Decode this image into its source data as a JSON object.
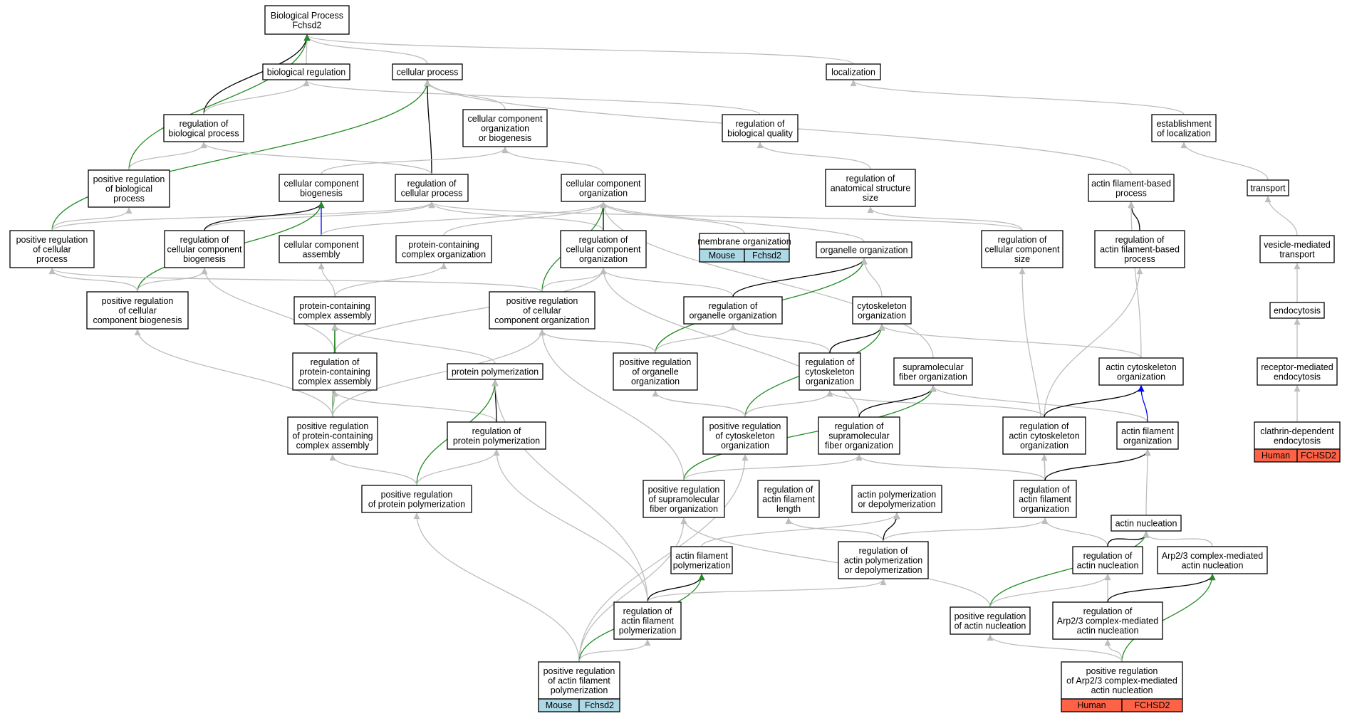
{
  "colors": {
    "grey": "#bdbdbd",
    "black": "#000000",
    "green": "#228b22",
    "blue": "#0000ff",
    "mouse_tag": "#add8e6",
    "human_tag": "#ff6347"
  },
  "nodes": [
    {
      "id": "bp",
      "lines": [
        "Biological Process",
        "Fchsd2"
      ]
    },
    {
      "id": "breg",
      "lines": [
        "biological regulation"
      ]
    },
    {
      "id": "cp",
      "lines": [
        "cellular process"
      ]
    },
    {
      "id": "loc",
      "lines": [
        "localization"
      ]
    },
    {
      "id": "rbp",
      "lines": [
        "regulation of",
        "biological process"
      ]
    },
    {
      "id": "ccob",
      "lines": [
        "cellular component",
        "organization",
        "or biogenesis"
      ]
    },
    {
      "id": "rbq",
      "lines": [
        "regulation of",
        "biological quality"
      ]
    },
    {
      "id": "eloc",
      "lines": [
        "establishment",
        "of localization"
      ]
    },
    {
      "id": "prbp",
      "lines": [
        "positive regulation",
        "of biological",
        "process"
      ]
    },
    {
      "id": "ccb",
      "lines": [
        "cellular component",
        "biogenesis"
      ]
    },
    {
      "id": "rcp",
      "lines": [
        "regulation of",
        "cellular process"
      ]
    },
    {
      "id": "cco",
      "lines": [
        "cellular component",
        "organization"
      ]
    },
    {
      "id": "rass",
      "lines": [
        "regulation of",
        "anatomical structure",
        "size"
      ]
    },
    {
      "id": "afbp",
      "lines": [
        "actin filament-based",
        "process"
      ]
    },
    {
      "id": "trans",
      "lines": [
        "transport"
      ]
    },
    {
      "id": "prcp",
      "lines": [
        "positive regulation",
        "of cellular",
        "process"
      ]
    },
    {
      "id": "rccb",
      "lines": [
        "regulation of",
        "cellular component",
        "biogenesis"
      ]
    },
    {
      "id": "cca",
      "lines": [
        "cellular component",
        "assembly"
      ]
    },
    {
      "id": "pcco",
      "lines": [
        "protein-containing",
        "complex organization"
      ]
    },
    {
      "id": "rcco",
      "lines": [
        "regulation of",
        "cellular component",
        "organization"
      ]
    },
    {
      "id": "memorg",
      "lines": [
        "membrane organization"
      ],
      "tags": [
        "Mouse",
        "Fchsd2"
      ],
      "tagColor": "mouse_tag"
    },
    {
      "id": "orgorg",
      "lines": [
        "organelle organization"
      ]
    },
    {
      "id": "rccs",
      "lines": [
        "regulation of",
        "cellular component",
        "size"
      ]
    },
    {
      "id": "rafbp",
      "lines": [
        "regulation of",
        "actin filament-based",
        "process"
      ]
    },
    {
      "id": "vmt",
      "lines": [
        "vesicle-mediated",
        "transport"
      ]
    },
    {
      "id": "prccb",
      "lines": [
        "positive regulation",
        "of cellular",
        "component biogenesis"
      ]
    },
    {
      "id": "pca",
      "lines": [
        "protein-containing",
        "complex assembly"
      ]
    },
    {
      "id": "prcco",
      "lines": [
        "positive regulation",
        "of cellular",
        "component organization"
      ]
    },
    {
      "id": "roo",
      "lines": [
        "regulation of",
        "organelle organization"
      ]
    },
    {
      "id": "csorg",
      "lines": [
        "cytoskeleton",
        "organization"
      ]
    },
    {
      "id": "endo",
      "lines": [
        "endocytosis"
      ]
    },
    {
      "id": "rpca",
      "lines": [
        "regulation of",
        "protein-containing",
        "complex assembly"
      ]
    },
    {
      "id": "ppol",
      "lines": [
        "protein polymerization"
      ]
    },
    {
      "id": "proo",
      "lines": [
        "positive regulation",
        "of organelle",
        "organization"
      ]
    },
    {
      "id": "rcso",
      "lines": [
        "regulation of",
        "cytoskeleton",
        "organization"
      ]
    },
    {
      "id": "sfo",
      "lines": [
        "supramolecular",
        "fiber organization"
      ]
    },
    {
      "id": "acso",
      "lines": [
        "actin cytoskeleton",
        "organization"
      ]
    },
    {
      "id": "rme",
      "lines": [
        "receptor-mediated",
        "endocytosis"
      ]
    },
    {
      "id": "prpca",
      "lines": [
        "positive regulation",
        "of protein-containing",
        "complex assembly"
      ]
    },
    {
      "id": "rpp",
      "lines": [
        "regulation of",
        "protein polymerization"
      ]
    },
    {
      "id": "prcso",
      "lines": [
        "positive regulation",
        "of cytoskeleton",
        "organization"
      ]
    },
    {
      "id": "rsfo",
      "lines": [
        "regulation of",
        "supramolecular",
        "fiber organization"
      ]
    },
    {
      "id": "racso",
      "lines": [
        "regulation of",
        "actin cytoskeleton",
        "organization"
      ]
    },
    {
      "id": "afo",
      "lines": [
        "actin filament",
        "organization"
      ]
    },
    {
      "id": "cde",
      "lines": [
        "clathrin-dependent",
        "endocytosis"
      ],
      "tags": [
        "Human",
        "FCHSD2"
      ],
      "tagColor": "human_tag"
    },
    {
      "id": "prpp",
      "lines": [
        "positive regulation",
        "of protein polymerization"
      ]
    },
    {
      "id": "prsfo",
      "lines": [
        "positive regulation",
        "of supramolecular",
        "fiber organization"
      ]
    },
    {
      "id": "rafl",
      "lines": [
        "regulation of",
        "actin filament",
        "length"
      ]
    },
    {
      "id": "apd",
      "lines": [
        "actin polymerization",
        "or depolymerization"
      ]
    },
    {
      "id": "rafo",
      "lines": [
        "regulation of",
        "actin filament",
        "organization"
      ]
    },
    {
      "id": "anuc",
      "lines": [
        "actin nucleation"
      ]
    },
    {
      "id": "afp",
      "lines": [
        "actin filament",
        "polymerization"
      ]
    },
    {
      "id": "rapd",
      "lines": [
        "regulation of",
        "actin polymerization",
        "or depolymerization"
      ]
    },
    {
      "id": "ran",
      "lines": [
        "regulation of",
        "actin nucleation"
      ]
    },
    {
      "id": "arp",
      "lines": [
        "Arp2/3 complex-mediated",
        "actin nucleation"
      ]
    },
    {
      "id": "rafp",
      "lines": [
        "regulation of",
        "actin filament",
        "polymerization"
      ]
    },
    {
      "id": "pran",
      "lines": [
        "positive regulation",
        "of actin nucleation"
      ]
    },
    {
      "id": "rarp",
      "lines": [
        "regulation of",
        "Arp2/3 complex-mediated",
        "actin nucleation"
      ]
    },
    {
      "id": "prafp",
      "lines": [
        "positive regulation",
        "of actin filament",
        "polymerization"
      ],
      "tags": [
        "Mouse",
        "Fchsd2"
      ],
      "tagColor": "mouse_tag"
    },
    {
      "id": "prarp",
      "lines": [
        "positive regulation",
        "of Arp2/3 complex-mediated",
        "actin nucleation"
      ],
      "tags": [
        "Human",
        "FCHSD2"
      ],
      "tagColor": "human_tag"
    }
  ],
  "edges": [
    [
      "breg",
      "bp",
      "grey"
    ],
    [
      "cp",
      "bp",
      "grey"
    ],
    [
      "loc",
      "bp",
      "grey"
    ],
    [
      "rbp",
      "bp",
      "black"
    ],
    [
      "prbp",
      "bp",
      "green"
    ],
    [
      "rbp",
      "breg",
      "grey"
    ],
    [
      "rbq",
      "breg",
      "grey"
    ],
    [
      "ccob",
      "cp",
      "grey"
    ],
    [
      "rcp",
      "cp",
      "black"
    ],
    [
      "prcp",
      "cp",
      "green"
    ],
    [
      "afbp",
      "cp",
      "grey"
    ],
    [
      "eloc",
      "loc",
      "grey"
    ],
    [
      "prbp",
      "rbp",
      "grey"
    ],
    [
      "rcp",
      "rbp",
      "grey"
    ],
    [
      "rass",
      "rbq",
      "grey"
    ],
    [
      "trans",
      "eloc",
      "grey"
    ],
    [
      "ccb",
      "ccob",
      "grey"
    ],
    [
      "cco",
      "ccob",
      "grey"
    ],
    [
      "prcp",
      "rcp",
      "grey"
    ],
    [
      "rccb",
      "rcp",
      "grey"
    ],
    [
      "rcco",
      "rcp",
      "grey"
    ],
    [
      "rccs",
      "rcp",
      "grey"
    ],
    [
      "prcp",
      "prbp",
      "grey"
    ],
    [
      "rccb",
      "ccb",
      "black"
    ],
    [
      "cca",
      "ccb",
      "blue"
    ],
    [
      "prccb",
      "ccb",
      "green"
    ],
    [
      "rcco",
      "cco",
      "black"
    ],
    [
      "prcco",
      "cco",
      "green"
    ],
    [
      "memorg",
      "cco",
      "grey"
    ],
    [
      "pcco",
      "cco",
      "grey"
    ],
    [
      "orgorg",
      "cco",
      "grey"
    ],
    [
      "cca",
      "cco",
      "grey"
    ],
    [
      "sfo",
      "cco",
      "grey"
    ],
    [
      "rccs",
      "rass",
      "grey"
    ],
    [
      "rafbp",
      "afbp",
      "black"
    ],
    [
      "acso",
      "afbp",
      "grey"
    ],
    [
      "vmt",
      "trans",
      "grey"
    ],
    [
      "prccb",
      "prcp",
      "grey"
    ],
    [
      "prcco",
      "prcp",
      "grey"
    ],
    [
      "prccb",
      "rccb",
      "grey"
    ],
    [
      "rpca",
      "rccb",
      "grey"
    ],
    [
      "pca",
      "cca",
      "grey"
    ],
    [
      "pca",
      "pcco",
      "grey"
    ],
    [
      "prcco",
      "rcco",
      "grey"
    ],
    [
      "roo",
      "rcco",
      "grey"
    ],
    [
      "rsfo",
      "rcco",
      "grey"
    ],
    [
      "rpca",
      "rcco",
      "grey"
    ],
    [
      "roo",
      "orgorg",
      "black"
    ],
    [
      "proo",
      "orgorg",
      "green"
    ],
    [
      "csorg",
      "orgorg",
      "grey"
    ],
    [
      "rafo",
      "rccs",
      "grey"
    ],
    [
      "racso",
      "rafbp",
      "grey"
    ],
    [
      "endo",
      "vmt",
      "grey"
    ],
    [
      "prpca",
      "prccb",
      "grey"
    ],
    [
      "rpca",
      "pca",
      "black"
    ],
    [
      "prpca",
      "pca",
      "green"
    ],
    [
      "ppol",
      "pca",
      "grey"
    ],
    [
      "proo",
      "prcco",
      "grey"
    ],
    [
      "prpca",
      "prcco",
      "grey"
    ],
    [
      "prsfo",
      "prcco",
      "grey"
    ],
    [
      "proo",
      "roo",
      "grey"
    ],
    [
      "rcso",
      "roo",
      "grey"
    ],
    [
      "rcso",
      "csorg",
      "black"
    ],
    [
      "prcso",
      "csorg",
      "green"
    ],
    [
      "acso",
      "csorg",
      "grey"
    ],
    [
      "rme",
      "endo",
      "grey"
    ],
    [
      "prpca",
      "rpca",
      "grey"
    ],
    [
      "rpp",
      "rpca",
      "grey"
    ],
    [
      "rpp",
      "ppol",
      "black"
    ],
    [
      "prpp",
      "ppol",
      "green"
    ],
    [
      "rafp",
      "ppol",
      "grey"
    ],
    [
      "prcso",
      "proo",
      "grey"
    ],
    [
      "prcso",
      "rcso",
      "grey"
    ],
    [
      "racso",
      "rcso",
      "grey"
    ],
    [
      "rsfo",
      "sfo",
      "black"
    ],
    [
      "prsfo",
      "sfo",
      "green"
    ],
    [
      "afo",
      "sfo",
      "grey"
    ],
    [
      "racso",
      "acso",
      "black"
    ],
    [
      "afo",
      "acso",
      "blue"
    ],
    [
      "cde",
      "rme",
      "grey"
    ],
    [
      "prpp",
      "prpca",
      "grey"
    ],
    [
      "prpp",
      "rpp",
      "grey"
    ],
    [
      "rafp",
      "rpp",
      "grey"
    ],
    [
      "prafp",
      "prcso",
      "grey"
    ],
    [
      "prsfo",
      "rsfo",
      "grey"
    ],
    [
      "rafo",
      "rsfo",
      "grey"
    ],
    [
      "rafo",
      "racso",
      "grey"
    ],
    [
      "rafo",
      "afo",
      "black"
    ],
    [
      "anuc",
      "afo",
      "grey"
    ],
    [
      "prafp",
      "prpp",
      "grey"
    ],
    [
      "prafp",
      "prsfo",
      "grey"
    ],
    [
      "pran",
      "prsfo",
      "grey"
    ],
    [
      "rapd",
      "rafl",
      "grey"
    ],
    [
      "rapd",
      "apd",
      "black"
    ],
    [
      "afp",
      "apd",
      "grey"
    ],
    [
      "ran",
      "rafo",
      "grey"
    ],
    [
      "rapd",
      "rafo",
      "grey"
    ],
    [
      "ran",
      "anuc",
      "black"
    ],
    [
      "pran",
      "anuc",
      "green"
    ],
    [
      "arp",
      "anuc",
      "grey"
    ],
    [
      "rafp",
      "afp",
      "black"
    ],
    [
      "prafp",
      "afp",
      "green"
    ],
    [
      "rafp",
      "rapd",
      "grey"
    ],
    [
      "pran",
      "ran",
      "grey"
    ],
    [
      "rarp",
      "ran",
      "grey"
    ],
    [
      "rarp",
      "arp",
      "black"
    ],
    [
      "prarp",
      "arp",
      "green"
    ],
    [
      "prafp",
      "rafp",
      "grey"
    ],
    [
      "prarp",
      "pran",
      "grey"
    ],
    [
      "prarp",
      "rarp",
      "grey"
    ]
  ]
}
